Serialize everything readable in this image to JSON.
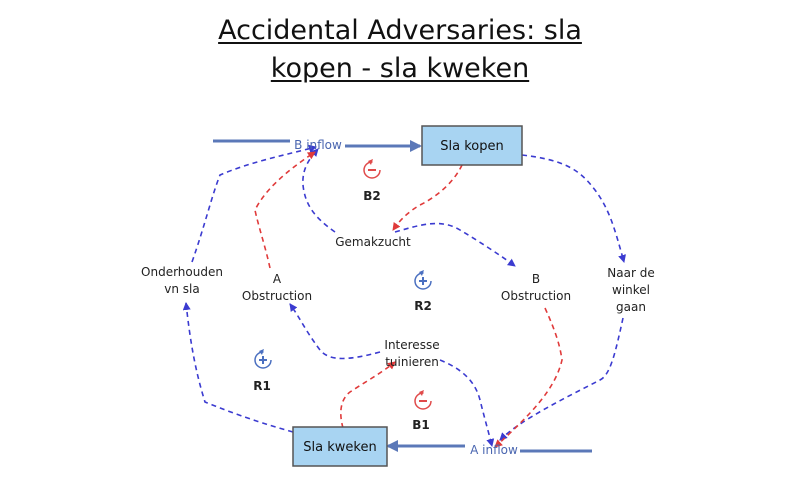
{
  "title": {
    "line1": "Accidental Adversaries: sla",
    "line2": "kopen - sla kweken"
  },
  "stocks": {
    "sla_kopen": "Sla kopen",
    "sla_kweken": "Sla kweken"
  },
  "flows": {
    "b_inflow": "B inflow",
    "a_inflow": "A inflow"
  },
  "variables": {
    "gemakzucht": "Gemakzucht",
    "onderhouden_1": "Onderhouden",
    "onderhouden_2": "vn sla",
    "a_obstruction_1": "A",
    "a_obstruction_2": "Obstruction",
    "b_obstruction_1": "B",
    "b_obstruction_2": "Obstruction",
    "naar_1": "Naar de",
    "naar_2": "winkel",
    "naar_3": "gaan",
    "interesse_1": "Interesse",
    "interesse_2": "tuinieren"
  },
  "loops": {
    "b2": {
      "label": "B2",
      "polarity": "-"
    },
    "r2": {
      "label": "R2",
      "polarity": "+"
    },
    "r1": {
      "label": "R1",
      "polarity": "+"
    },
    "b1": {
      "label": "B1",
      "polarity": "-"
    }
  },
  "colors": {
    "blue_link": "#3b3bd0",
    "red_link": "#e03a3a",
    "stock_fill": "#a8d4f2",
    "flow_pipe": "#5b78b8",
    "balancing_icon": "#e04a4a",
    "reinforcing_icon": "#4a6fc0"
  }
}
